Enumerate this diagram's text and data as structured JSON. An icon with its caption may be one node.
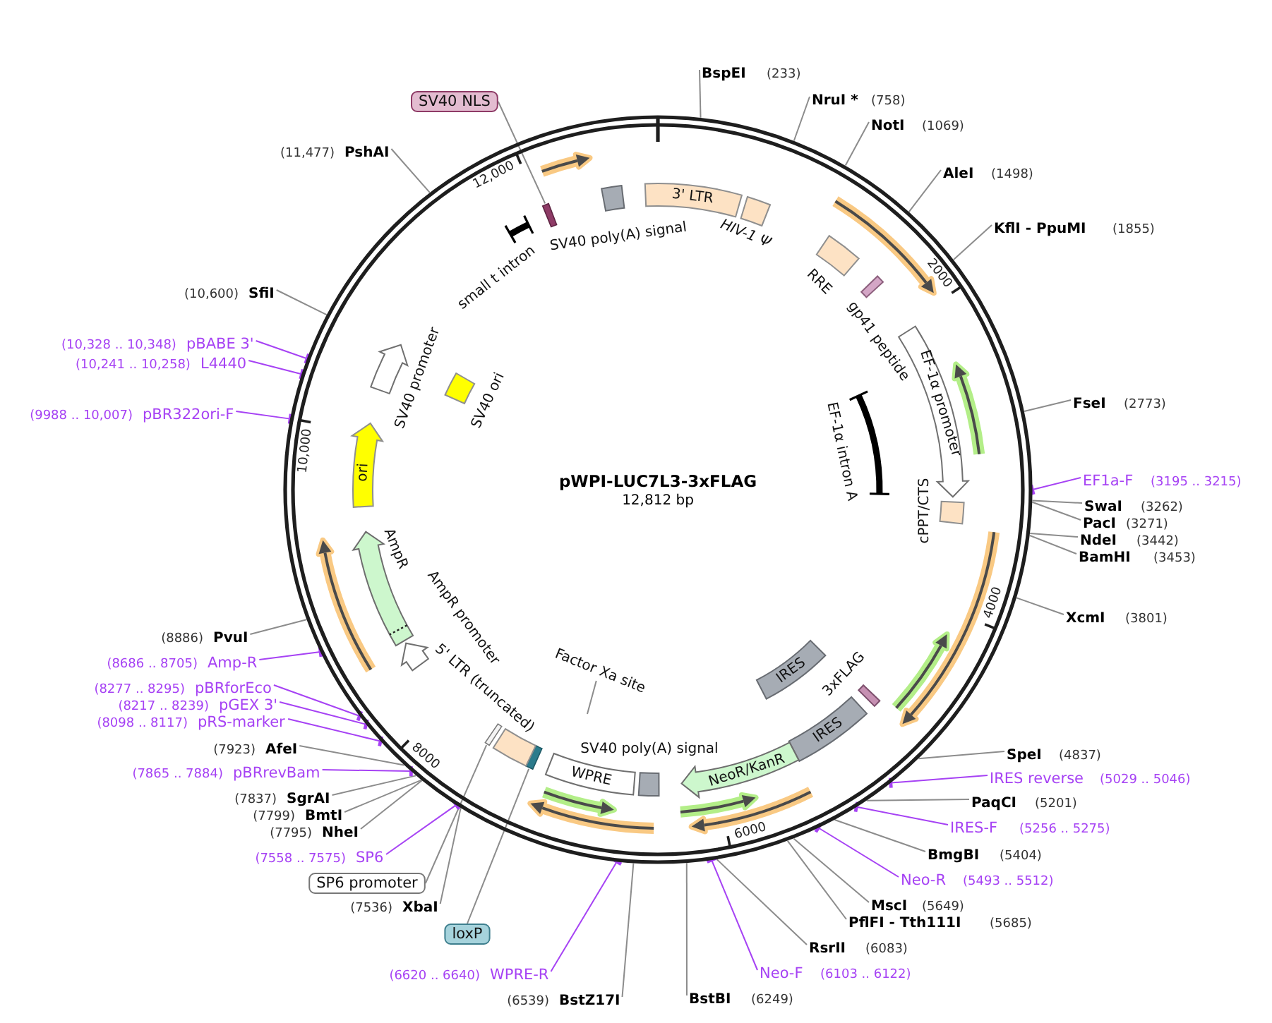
{
  "diagram": {
    "nodes": [
      {
        "text": [
          "pWPI-LUC7L3-3xFLAG",
          "12,812 bp"
        ]
      },
      {
        "text": [
          "3' LTR"
        ],
        "in": 0
      },
      {
        "text": [
          "HIV-1 Ψ"
        ],
        "in": 0
      },
      {
        "text": [],
        "shape": "arrow",
        "in": 0
      },
      {
        "text": [
          "RRE"
        ],
        "in": 0
      },
      {
        "text": [
          "gp41 peptide"
        ],
        "in": 0
      },
      {
        "text": [
          "EF-1α promoter"
        ],
        "in": 0
      },
      {
        "text": [],
        "shape": "arrow",
        "in": 0
      },
      {
        "text": [
          "EF-1α intron A"
        ],
        "in": 0
      },
      {
        "text": [
          "cPPT/CTS"
        ],
        "in": 0
      },
      {
        "text": [],
        "shape": "arrow",
        "in": 0
      },
      {
        "text": [],
        "shape": "arrow",
        "in": 0
      },
      {
        "text": [
          "3xFLAG"
        ],
        "in": 0
      },
      {
        "text": [
          "IRES"
        ],
        "in": 0
      },
      {
        "text": [
          "IRES"
        ],
        "in": 0
      },
      {
        "text": [
          "NeoR/KanR"
        ],
        "in": 0
      },
      {
        "text": [],
        "shape": "arrow",
        "in": 0
      },
      {
        "text": [],
        "shape": "arrow",
        "in": 0
      },
      {
        "text": [
          "SV40 poly(A) signal"
        ],
        "in": 0
      },
      {
        "text": [],
        "shape": "arrow",
        "in": 0
      },
      {
        "text": [
          "WPRE"
        ],
        "in": 0
      },
      {
        "text": [],
        "shape": "arrow",
        "in": 0
      },
      {
        "text": [
          "Factor Xa site"
        ],
        "in": 0
      },
      {
        "text": [],
        "shape": "bar",
        "in": 0
      },
      {
        "text": [
          "5' LTR (truncated)"
        ],
        "in": 0
      },
      {
        "text": [],
        "shape": "bar",
        "in": 0
      },
      {
        "text": [
          "AmpR promoter"
        ],
        "in": 0
      },
      {
        "text": [],
        "shape": "arrow",
        "in": 0
      },
      {
        "text": [
          "AmpR"
        ],
        "in": 0
      },
      {
        "text": [
          "ori"
        ],
        "in": 0
      },
      {
        "text": [
          "SV40 promoter"
        ],
        "in": 0
      },
      {
        "text": [
          "SV40 ori"
        ],
        "in": 0
      },
      {
        "text": [
          "small t intron"
        ],
        "in": 0
      },
      {
        "text": [],
        "shape": "arrow",
        "in": 0
      },
      {
        "text": [],
        "shape": "bar",
        "in": 0
      },
      {
        "text": [
          "SV40 poly(A) signal"
        ],
        "in": 0
      },
      {
        "text": [
          "BspEI",
          "(233)"
        ]
      },
      {
        "text": [
          "NruI *",
          "(758)"
        ]
      },
      {
        "text": [
          "NotI",
          "(1069)"
        ]
      },
      {
        "text": [
          "AleI",
          "(1498)"
        ]
      },
      {
        "text": [
          "KflI - PpuMI",
          "(1855)"
        ]
      },
      {
        "text": [
          "FseI",
          "(2773)"
        ]
      },
      {
        "text": [
          "EF1a-F",
          "(3195 .. 3215)"
        ]
      },
      {
        "text": [
          "SwaI",
          "(3262)"
        ]
      },
      {
        "text": [
          "PacI",
          "(3271)"
        ]
      },
      {
        "text": [
          "NdeI",
          "(3442)"
        ]
      },
      {
        "text": [
          "BamHI",
          "(3453)"
        ]
      },
      {
        "text": [
          "XcmI",
          "(3801)"
        ]
      },
      {
        "text": [
          "SpeI",
          "(4837)"
        ]
      },
      {
        "text": [
          "IRES reverse",
          "(5029 .. 5046)"
        ]
      },
      {
        "text": [
          "PaqCI",
          "(5201)"
        ]
      },
      {
        "text": [
          "IRES-F",
          "(5256 .. 5275)"
        ]
      },
      {
        "text": [
          "BmgBI",
          "(5404)"
        ]
      },
      {
        "text": [
          "Neo-R",
          "(5493 .. 5512)"
        ]
      },
      {
        "text": [
          "MscI",
          "(5649)"
        ]
      },
      {
        "text": [
          "PflFI - Tth111I",
          "(5685)"
        ]
      },
      {
        "text": [
          "RsrII",
          "(6083)"
        ]
      },
      {
        "text": [
          "Neo-F",
          "(6103 .. 6122)"
        ]
      },
      {
        "text": [
          "BstBI",
          "(6249)"
        ]
      },
      {
        "text": [
          "(6539)",
          "BstZ17I"
        ]
      },
      {
        "text": [
          "(6620 .. 6640)",
          "WPRE-R"
        ]
      },
      {
        "text": [
          "loxP"
        ]
      },
      {
        "text": [
          "(7536)",
          "XbaI"
        ]
      },
      {
        "text": [
          "SP6 promoter"
        ]
      },
      {
        "text": [
          "(7558 .. 7575)",
          "SP6"
        ]
      },
      {
        "text": [
          "(7795)",
          "NheI"
        ]
      },
      {
        "text": [
          "(7799)",
          "BmtI"
        ]
      },
      {
        "text": [
          "(7837)",
          "SgrAI"
        ]
      },
      {
        "text": [
          "(7865 .. 7884)",
          "pBRrevBam"
        ]
      },
      {
        "text": [
          "(7923)",
          "AfeI"
        ]
      },
      {
        "text": [
          "(8098 .. 8117)",
          "pRS-marker"
        ]
      },
      {
        "text": [
          "(8217 .. 8239)",
          "pGEX 3'"
        ]
      },
      {
        "text": [
          "(8277 .. 8295)",
          "pBRforEco"
        ]
      },
      {
        "text": [
          "(8686 .. 8705)",
          "Amp-R"
        ]
      },
      {
        "text": [
          "(8886)",
          "PvuI"
        ]
      },
      {
        "text": [
          "(9988 .. 10,007)",
          "pBR322ori-F"
        ]
      },
      {
        "text": [
          "(10,241 .. 10,258)",
          "L4440"
        ]
      },
      {
        "text": [
          "(10,328 .. 10,348)",
          "pBABE 3'"
        ]
      },
      {
        "text": [
          "(10,600)",
          "SfiI"
        ]
      },
      {
        "text": [
          "(11,477)",
          "PshAI"
        ]
      },
      {
        "text": [
          "SV40 NLS"
        ]
      }
    ],
    "edges": [
      {
        "from": 36,
        "to": 0,
        "arrow": "none"
      },
      {
        "from": 37,
        "to": 0,
        "arrow": "none"
      },
      {
        "from": 38,
        "to": 0,
        "arrow": "none"
      },
      {
        "from": 39,
        "to": 0,
        "arrow": "none"
      },
      {
        "from": 40,
        "to": 0,
        "arrow": "none"
      },
      {
        "from": 41,
        "to": 0,
        "arrow": "none"
      },
      {
        "from": 42,
        "to": 0,
        "arrow": "other",
        "color": "#a642f4"
      },
      {
        "from": 43,
        "to": 0,
        "arrow": "none"
      },
      {
        "from": 44,
        "to": 0,
        "arrow": "none"
      },
      {
        "from": 45,
        "to": 0,
        "arrow": "none"
      },
      {
        "from": 46,
        "to": 0,
        "arrow": "none"
      },
      {
        "from": 47,
        "to": 0,
        "arrow": "none"
      },
      {
        "from": 48,
        "to": 0,
        "arrow": "none"
      },
      {
        "from": 49,
        "to": 0,
        "arrow": "other",
        "color": "#a642f4"
      },
      {
        "from": 50,
        "to": 0,
        "arrow": "none"
      },
      {
        "from": 51,
        "to": 0,
        "arrow": "other",
        "color": "#a642f4"
      },
      {
        "from": 52,
        "to": 0,
        "arrow": "none"
      },
      {
        "from": 53,
        "to": 0,
        "arrow": "other",
        "color": "#a642f4"
      },
      {
        "from": 54,
        "to": 0,
        "arrow": "none"
      },
      {
        "from": 55,
        "to": 0,
        "arrow": "none"
      },
      {
        "from": 56,
        "to": 0,
        "arrow": "none"
      },
      {
        "from": 57,
        "to": 0,
        "arrow": "other",
        "color": "#a642f4"
      },
      {
        "from": 58,
        "to": 0,
        "arrow": "none"
      },
      {
        "from": 59,
        "to": 0,
        "arrow": "none"
      },
      {
        "from": 60,
        "to": 0,
        "arrow": "other",
        "color": "#a642f4"
      },
      {
        "from": 61,
        "to": 23,
        "arrow": "none"
      },
      {
        "from": 62,
        "to": 0,
        "arrow": "none"
      },
      {
        "from": 63,
        "to": 25,
        "arrow": "none"
      },
      {
        "from": 64,
        "to": 0,
        "arrow": "other",
        "color": "#a642f4"
      },
      {
        "from": 65,
        "to": 0,
        "arrow": "none"
      },
      {
        "from": 66,
        "to": 0,
        "arrow": "none"
      },
      {
        "from": 67,
        "to": 0,
        "arrow": "none"
      },
      {
        "from": 68,
        "to": 0,
        "arrow": "other",
        "color": "#a642f4"
      },
      {
        "from": 69,
        "to": 0,
        "arrow": "none"
      },
      {
        "from": 70,
        "to": 0,
        "arrow": "other",
        "color": "#a642f4"
      },
      {
        "from": 71,
        "to": 0,
        "arrow": "other",
        "color": "#a642f4"
      },
      {
        "from": 72,
        "to": 0,
        "arrow": "other",
        "color": "#a642f4"
      },
      {
        "from": 73,
        "to": 0,
        "arrow": "other",
        "color": "#a642f4"
      },
      {
        "from": 74,
        "to": 0,
        "arrow": "none"
      },
      {
        "from": 75,
        "to": 0,
        "arrow": "other",
        "color": "#a642f4"
      },
      {
        "from": 76,
        "to": 0,
        "arrow": "other",
        "color": "#a642f4"
      },
      {
        "from": 77,
        "to": 0,
        "arrow": "other",
        "color": "#a642f4"
      },
      {
        "from": 78,
        "to": 0,
        "arrow": "none"
      },
      {
        "from": 79,
        "to": 0,
        "arrow": "none"
      },
      {
        "from": 80,
        "to": 34,
        "arrow": "none"
      },
      {
        "from": 22,
        "to": null,
        "arrow": "none"
      }
    ],
    "labels": [
      "12,000",
      "2000",
      "10,000",
      "4000",
      "8000",
      "6000"
    ]
  }
}
